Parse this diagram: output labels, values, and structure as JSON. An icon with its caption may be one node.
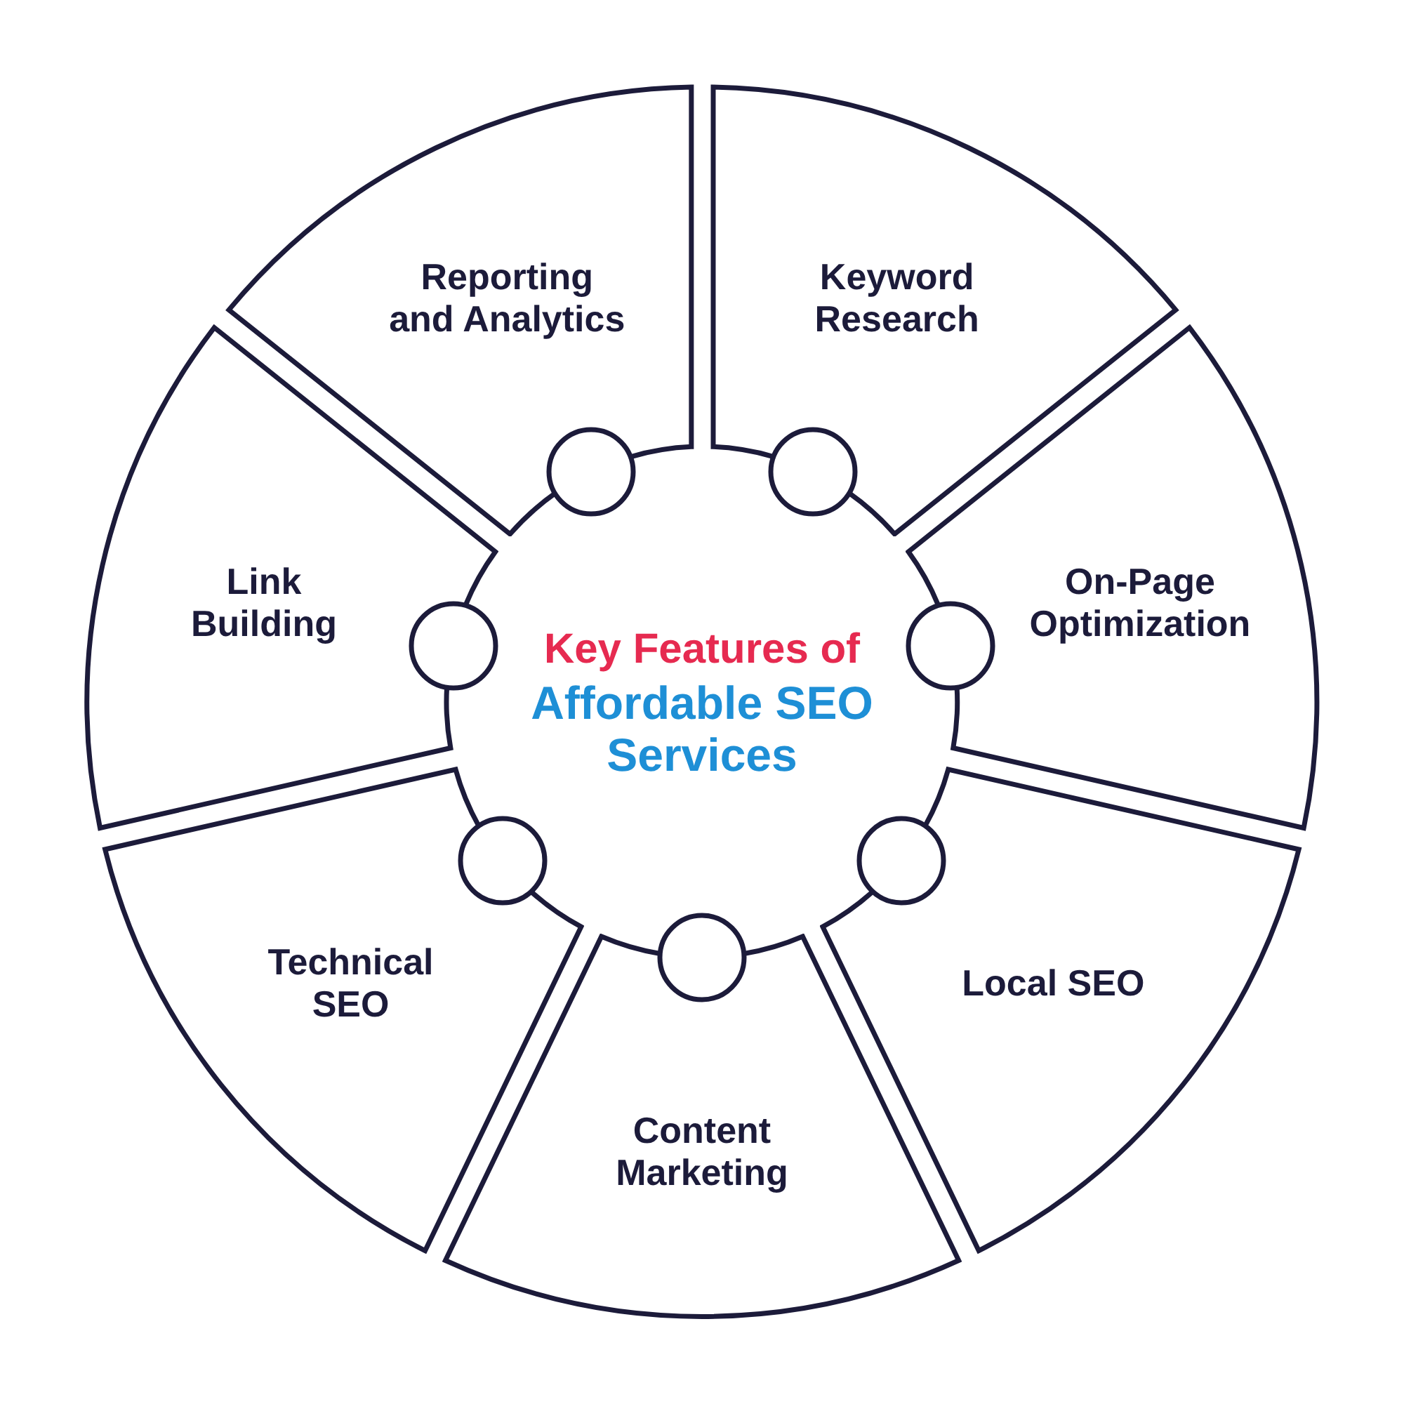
{
  "diagram": {
    "nodes": [
      {
        "text": [
          "Key Features of",
          "Affordable SEO Services"
        ]
      },
      {
        "text": [
          "Keyword Research"
        ]
      },
      {
        "text": [
          "On-Page Optimization"
        ]
      },
      {
        "text": [
          "Local SEO"
        ]
      },
      {
        "text": [
          "Content Marketing"
        ]
      },
      {
        "text": [
          "Technical SEO"
        ]
      },
      {
        "text": [
          "Link Building"
        ]
      },
      {
        "text": [
          "Reporting and Analytics"
        ]
      }
    ]
  }
}
